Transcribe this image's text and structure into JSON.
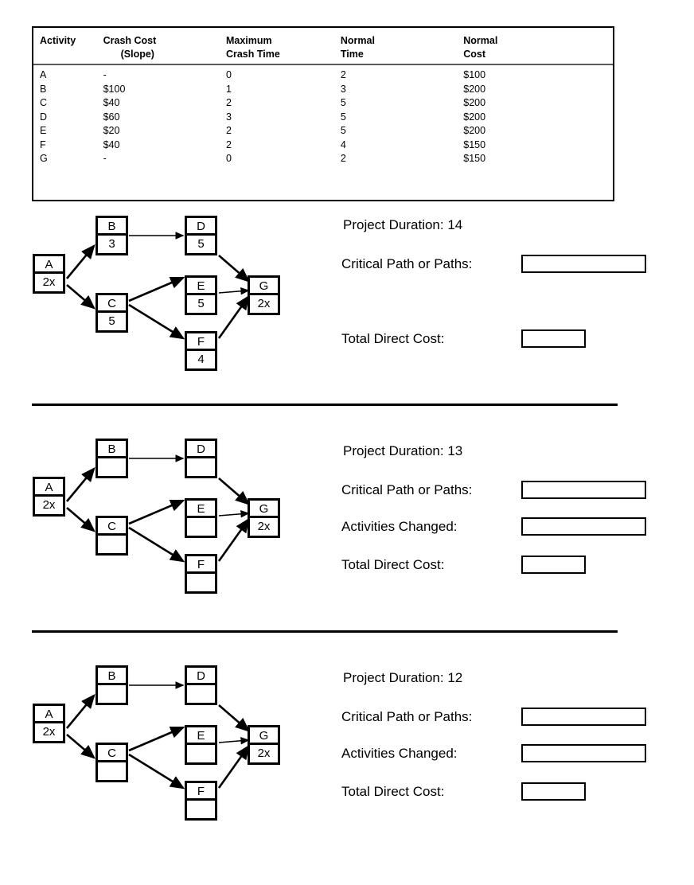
{
  "cost_table": {
    "headers": [
      [
        "Activity",
        "Crash Cost",
        "Maximum",
        "Normal",
        "Normal"
      ],
      [
        "",
        "(Slope)",
        "Crash Time",
        "Time",
        "Cost"
      ]
    ],
    "rows": [
      {
        "activity": "A",
        "crash_cost": "-",
        "max_crash_time": "0",
        "normal_time": "2",
        "normal_cost": "$100"
      },
      {
        "activity": "B",
        "crash_cost": "$100",
        "max_crash_time": "1",
        "normal_time": "3",
        "normal_cost": "$200"
      },
      {
        "activity": "C",
        "crash_cost": "$40",
        "max_crash_time": "2",
        "normal_time": "5",
        "normal_cost": "$200"
      },
      {
        "activity": "D",
        "crash_cost": "$60",
        "max_crash_time": "3",
        "normal_time": "5",
        "normal_cost": "$200"
      },
      {
        "activity": "E",
        "crash_cost": "$20",
        "max_crash_time": "2",
        "normal_time": "5",
        "normal_cost": "$200"
      },
      {
        "activity": "F",
        "crash_cost": "$40",
        "max_crash_time": "2",
        "normal_time": "4",
        "normal_cost": "$150"
      },
      {
        "activity": "G",
        "crash_cost": "-",
        "max_crash_time": "0",
        "normal_time": "2",
        "normal_cost": "$150"
      }
    ]
  },
  "sections": [
    {
      "network": {
        "nodes": {
          "A": {
            "label": "A",
            "value": "2x"
          },
          "B": {
            "label": "B",
            "value": "3"
          },
          "C": {
            "label": "C",
            "value": "5"
          },
          "D": {
            "label": "D",
            "value": "5"
          },
          "E": {
            "label": "E",
            "value": "5"
          },
          "F": {
            "label": "F",
            "value": "4"
          },
          "G": {
            "label": "G",
            "value": "2x"
          }
        }
      },
      "panel": {
        "duration_label": "Project Duration: 14",
        "critical_path_label": "Critical Path or Paths:",
        "total_cost_label": "Total Direct Cost:",
        "critical_path_value": "",
        "total_cost_value": ""
      }
    },
    {
      "network": {
        "nodes": {
          "A": {
            "label": "A",
            "value": "2x"
          },
          "B": {
            "label": "B",
            "value": ""
          },
          "C": {
            "label": "C",
            "value": ""
          },
          "D": {
            "label": "D",
            "value": ""
          },
          "E": {
            "label": "E",
            "value": ""
          },
          "F": {
            "label": "F",
            "value": ""
          },
          "G": {
            "label": "G",
            "value": "2x"
          }
        }
      },
      "panel": {
        "duration_label": "Project Duration: 13",
        "critical_path_label": "Critical Path or Paths:",
        "activities_changed_label": "Activities Changed:",
        "total_cost_label": "Total Direct Cost:",
        "critical_path_value": "",
        "activities_changed_value": "",
        "total_cost_value": ""
      }
    },
    {
      "network": {
        "nodes": {
          "A": {
            "label": "A",
            "value": "2x"
          },
          "B": {
            "label": "B",
            "value": ""
          },
          "C": {
            "label": "C",
            "value": ""
          },
          "D": {
            "label": "D",
            "value": ""
          },
          "E": {
            "label": "E",
            "value": ""
          },
          "F": {
            "label": "F",
            "value": ""
          },
          "G": {
            "label": "G",
            "value": "2x"
          }
        }
      },
      "panel": {
        "duration_label": "Project Duration: 12",
        "critical_path_label": "Critical Path or Paths:",
        "activities_changed_label": "Activities Changed:",
        "total_cost_label": "Total Direct Cost:",
        "critical_path_value": "",
        "activities_changed_value": "",
        "total_cost_value": ""
      }
    }
  ],
  "colors": {
    "ink": "#000000",
    "paper": "#ffffff",
    "header_rule": "#595959"
  }
}
